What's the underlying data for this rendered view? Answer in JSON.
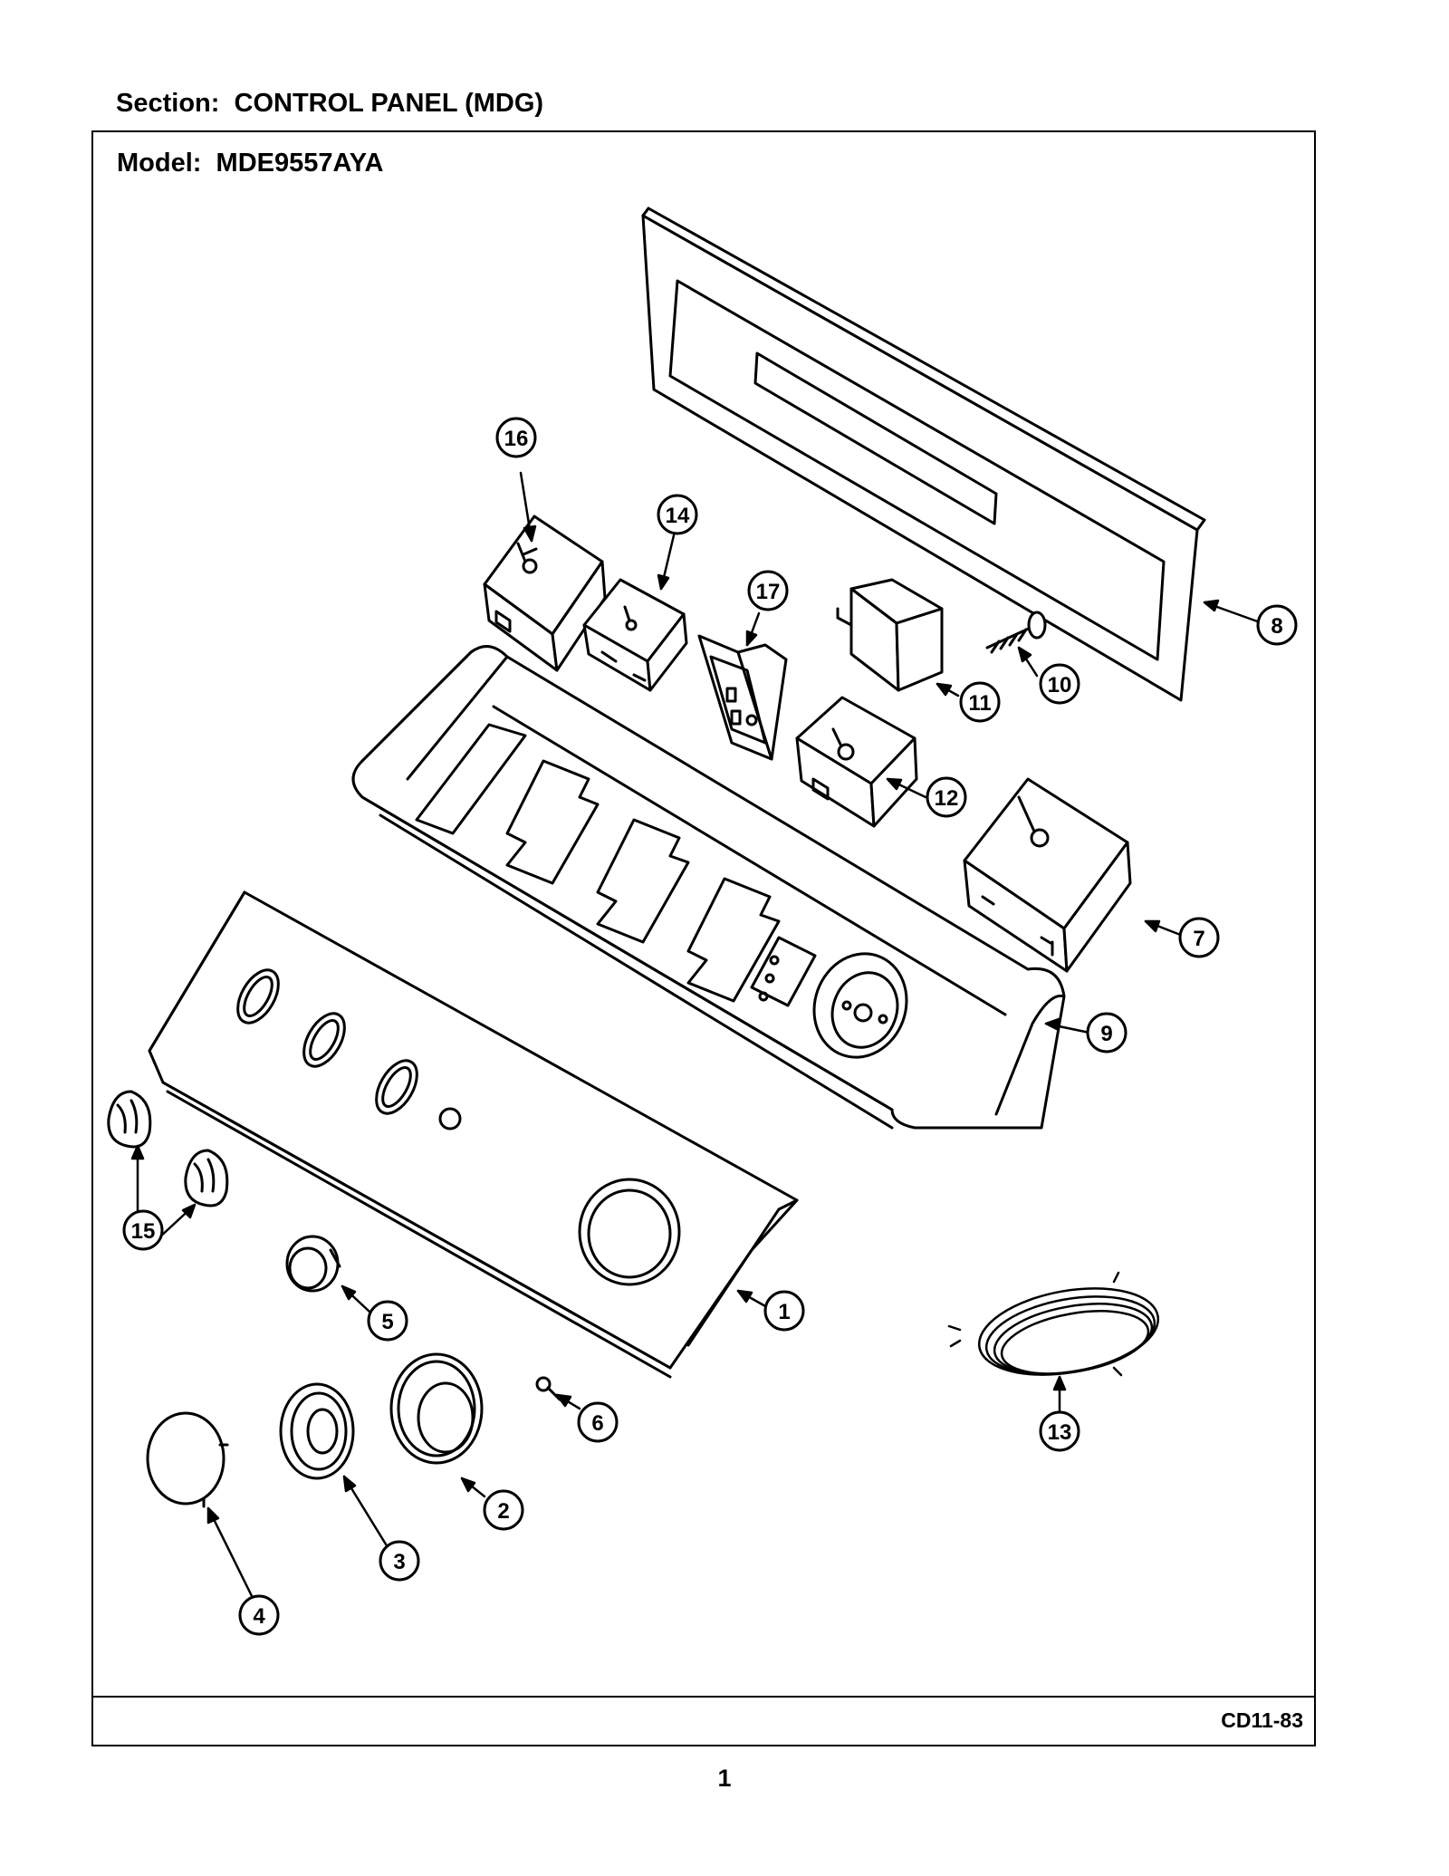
{
  "header": {
    "section": "Section:  CONTROL PANEL (MDG)",
    "model": "Model:  MDE9557AYA"
  },
  "footer": {
    "doc_code": "CD11-83",
    "page_number": "1"
  },
  "callouts": [
    "1",
    "2",
    "3",
    "4",
    "5",
    "6",
    "7",
    "8",
    "9",
    "10",
    "11",
    "12",
    "13",
    "14",
    "15",
    "16",
    "17"
  ]
}
